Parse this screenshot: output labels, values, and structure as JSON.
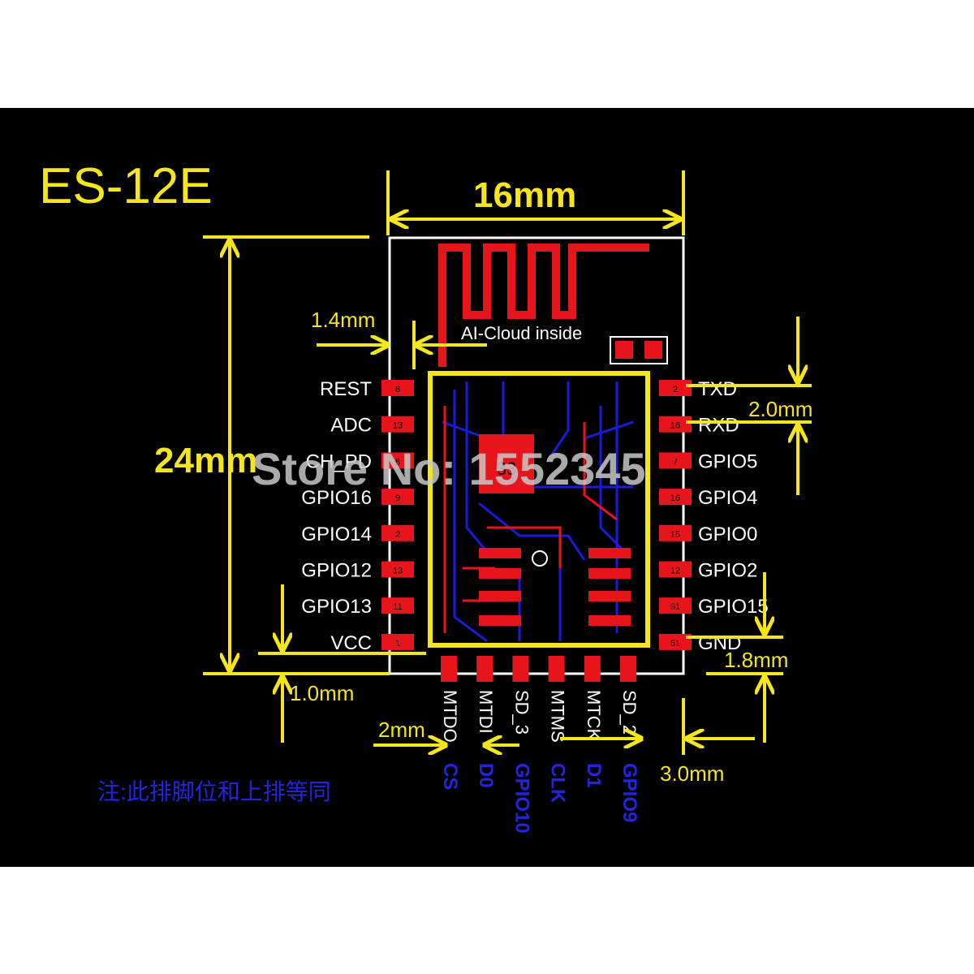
{
  "title": "ES-12E",
  "antenna_label": "AI-Cloud inside",
  "chip_label": "33",
  "watermark": "Store No: 1552345",
  "footnote": "注:此排脚位和上排等同",
  "dimensions": {
    "width": "16mm",
    "height": "24mm",
    "antenna_offset": "1.4mm",
    "pin_pitch": "2.0mm",
    "bottom_offset_left": "1.0mm",
    "bottom_offset_right": "1.8mm",
    "bottom_pin_pitch": "2mm",
    "bottom_right_edge": "3.0mm"
  },
  "left_pins": [
    {
      "label": "REST",
      "pad": "8"
    },
    {
      "label": "ADC",
      "pad": "13"
    },
    {
      "label": "CH_PD",
      "pad": "6"
    },
    {
      "label": "GPIO16",
      "pad": "9"
    },
    {
      "label": "GPIO14",
      "pad": "2"
    },
    {
      "label": "GPIO12",
      "pad": "13"
    },
    {
      "label": "GPIO13",
      "pad": "11"
    },
    {
      "label": "VCC",
      "pad": "1"
    }
  ],
  "right_pins": [
    {
      "label": "TXD",
      "pad": "2"
    },
    {
      "label": "RXD",
      "pad": "16"
    },
    {
      "label": "GPIO5",
      "pad": "7"
    },
    {
      "label": "GPIO4",
      "pad": "16"
    },
    {
      "label": "GPIO0",
      "pad": "15"
    },
    {
      "label": "GPIO2",
      "pad": "12"
    },
    {
      "label": "GPIO15",
      "pad": "51"
    },
    {
      "label": "GND",
      "pad": "51"
    }
  ],
  "bottom_pins": [
    {
      "label": "MTDO",
      "alt": "CS"
    },
    {
      "label": "MTDI",
      "alt": "D0"
    },
    {
      "label": "SD_3",
      "alt": "GPIO10"
    },
    {
      "label": "MTMS",
      "alt": "CLK"
    },
    {
      "label": "MTCK",
      "alt": "D1"
    },
    {
      "label": "SD_2",
      "alt": "GPIO9"
    }
  ],
  "colors": {
    "background": "#000000",
    "dimension": "#f5e61c",
    "pad": "#e8141c",
    "trace_blue": "#1a1adc",
    "outline": "#ffffff",
    "text": "#ffffff",
    "alt_text": "#2424e0"
  }
}
